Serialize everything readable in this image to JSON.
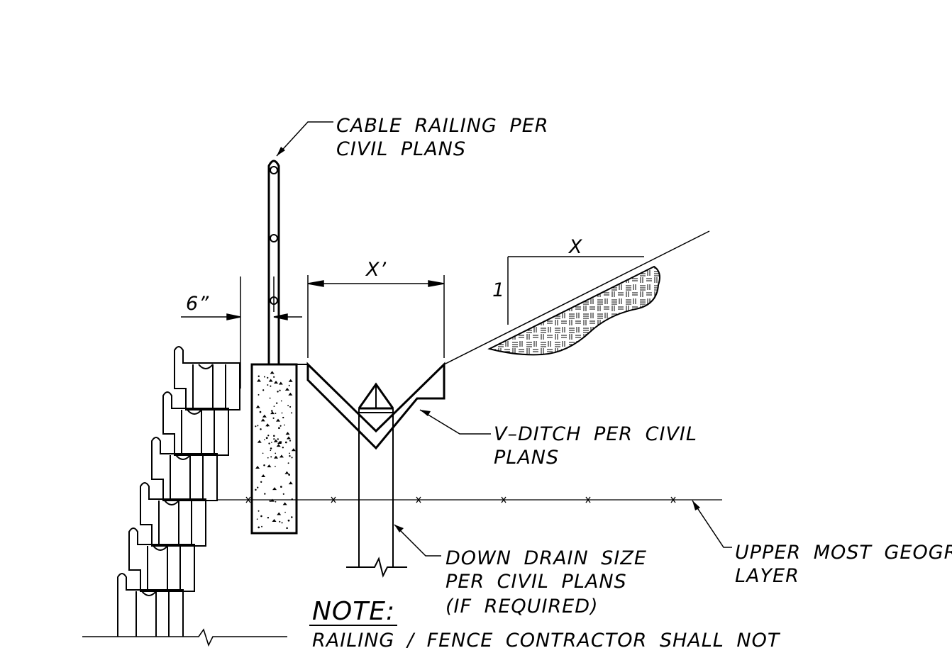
{
  "labels": {
    "cable_railing_1": "CABLE RAILING PER",
    "cable_railing_2": "CIVIL PLANS",
    "dim_x_prime": "X’",
    "dim_x": "X",
    "dim_one": "1",
    "dim_six_inch": "6”",
    "v_ditch_1": "V–DITCH PER CIVIL",
    "v_ditch_2": "PLANS",
    "down_drain_1": "DOWN DRAIN SIZE",
    "down_drain_2": "PER CIVIL PLANS",
    "down_drain_3": "(IF REQUIRED)",
    "geogrid_1": "UPPER MOST GEOGRID",
    "geogrid_2": "LAYER",
    "note_heading": "NOTE:",
    "note_text": "RAILING / FENCE CONTRACTOR SHALL NOT"
  },
  "colors": {
    "line": "#000000",
    "background": "#ffffff"
  }
}
